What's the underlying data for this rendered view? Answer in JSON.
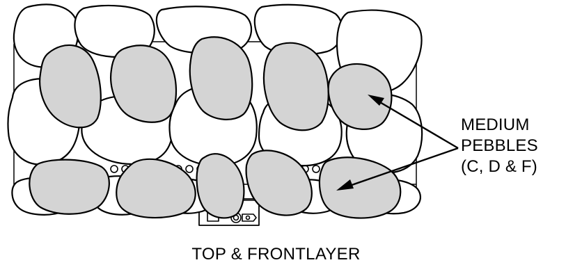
{
  "diagram": {
    "callout": {
      "lines": [
        "MEDIUM",
        "PEBBLES",
        "(C, D & F)"
      ]
    },
    "caption": "TOP & FRONTLAYER",
    "colors": {
      "medium_pebble_fill": "#d4d4d4",
      "large_pebble_fill": "#ffffff",
      "outline": "#000000"
    },
    "counts": {
      "medium_pebbles": 10
    }
  }
}
